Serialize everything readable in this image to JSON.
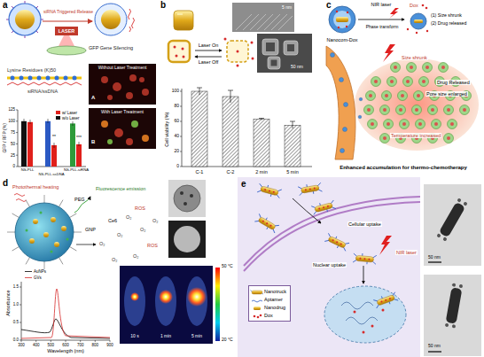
{
  "diagram": {
    "nodes": [
      {
        "text": [
          "Nanotruck",
          "Aptamer",
          "Nanodrug",
          "Dox"
        ]
      }
    ],
    "labels": [
      "a",
      "siRNA Triggered Release",
      "LASER",
      "GFP Gene Silencing",
      "Lysine Residues (K)50",
      "siRNA/ssDNA",
      "Without Laser Treatment",
      "A",
      "With Laser Treatment",
      "B",
      "GFP / RFP (%)",
      "0",
      "25",
      "50",
      "75",
      "100",
      "125",
      "NS-PLL",
      "NS-PLL-ssDNA",
      "NS-PLL-siRNA",
      "**",
      "***",
      "b",
      "5 nm",
      "Laser On",
      "Laser Off",
      "50 nm",
      "Cell viability (%)",
      "0",
      "20",
      "40",
      "60",
      "80",
      "100",
      "C-1",
      "C-2",
      "2 min",
      "5 min",
      "c",
      "NIR laser",
      "Dox",
      "Phase transform",
      "Nanocom-Dox",
      "(1) Size shrunk",
      "(2) Drug released",
      "Size shrunk",
      "Drug Released",
      "Pore size enlarged",
      "Temperature increased",
      "Enhanced accumulation for thermo-chemotherapy",
      "d",
      "Photothermal heating",
      "PEG",
      "Fluorescence emission",
      "GNP",
      "Ce6",
      "ROS",
      "ROS",
      "O₂",
      "O₂",
      "O₂",
      "O₂",
      "O₂",
      "O₂",
      "O₂",
      "Absorbance",
      "0.0",
      "0.5",
      "1.0",
      "1.5",
      "300",
      "400",
      "500",
      "600",
      "700",
      "800",
      "900",
      "Wavelength (nm)",
      "10 s",
      "1 min",
      "5 min",
      "50 °C",
      "20 °C",
      "e",
      "Cellular uptake",
      "NIR laser",
      "Nuclear uptake",
      "50 nm",
      "50 nm"
    ],
    "legend": [
      {
        "text": "w/ Laser",
        "color": "#e0201b"
      },
      {
        "text": "w/o Laser",
        "color": "#111111"
      },
      {
        "text": "AuNPs"
      },
      {
        "text": "GVs"
      }
    ]
  }
}
